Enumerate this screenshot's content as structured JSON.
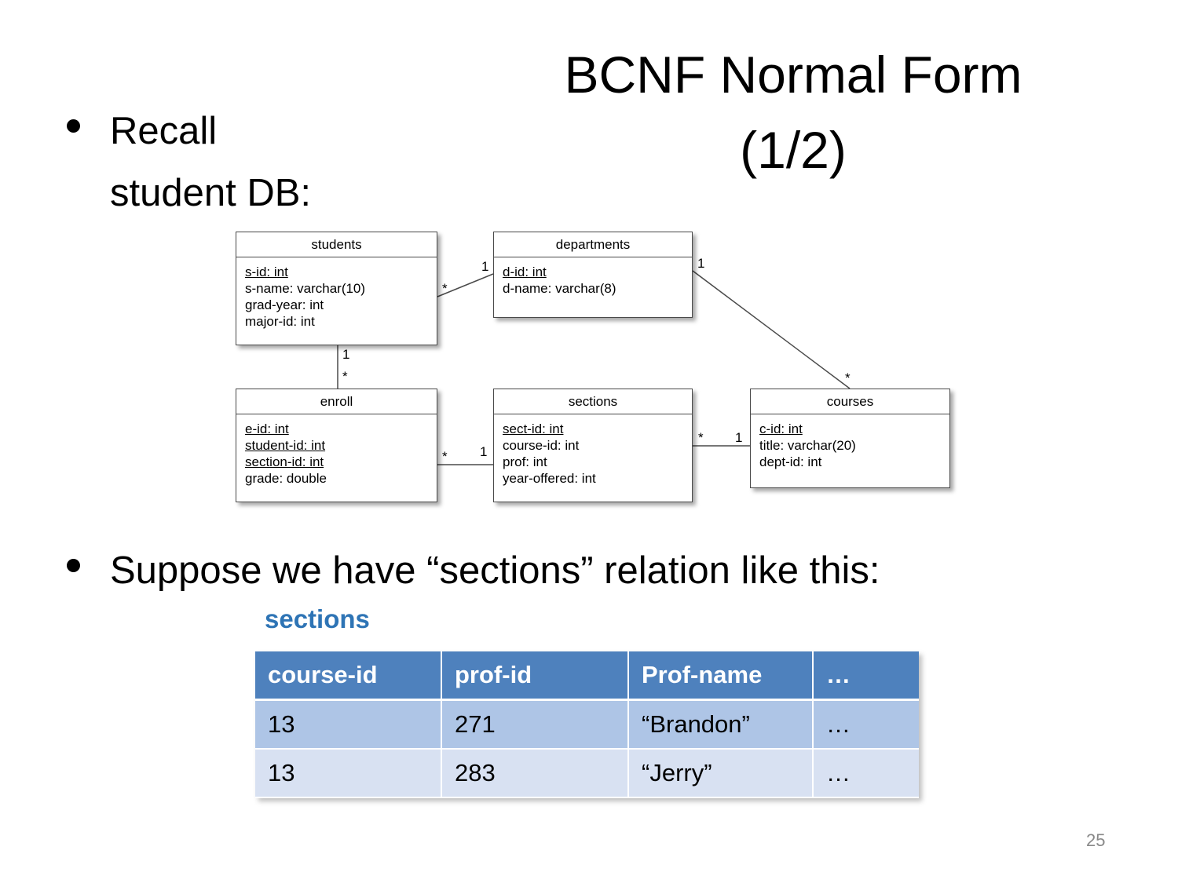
{
  "slide": {
    "title": [
      "BCNF Normal Form",
      "(1/2)"
    ],
    "bullets": [
      {
        "lines": [
          "Recall",
          "student DB:"
        ]
      },
      {
        "lines": [
          "Suppose we have “sections” relation like this:"
        ]
      }
    ],
    "page_number": "25"
  },
  "diagram": {
    "entities": [
      {
        "name": "students",
        "attributes": [
          "s-id: int",
          "s-name: varchar(10)",
          "grad-year: int",
          "major-id: int"
        ]
      },
      {
        "name": "departments",
        "attributes": [
          "d-id: int",
          "d-name: varchar(8)"
        ]
      },
      {
        "name": "enroll",
        "attributes": [
          "e-id: int",
          "student-id: int",
          "section-id: int",
          "grade: double"
        ]
      },
      {
        "name": "sections",
        "attributes": [
          "sect-id: int",
          "course-id: int",
          "prof: int",
          "year-offered: int"
        ]
      },
      {
        "name": "courses",
        "attributes": [
          "c-id: int",
          "title: varchar(20)",
          "dept-id: int"
        ]
      }
    ],
    "multiplicities": [
      "*",
      "1",
      "1",
      "*",
      "*",
      "1",
      "*",
      "1",
      "1",
      "*"
    ]
  },
  "table": {
    "label": "sections",
    "headers": [
      "course-id",
      "prof-id",
      "Prof-name",
      "…"
    ],
    "rows": [
      [
        "13",
        "271",
        "“Brandon”",
        "…"
      ],
      [
        "13",
        "283",
        "“Jerry”",
        "…"
      ]
    ]
  },
  "colors": {
    "header_bg": "#4e81bd",
    "row_odd_bg": "#aec5e6",
    "row_even_bg": "#d8e1f2",
    "label_blue": "#2e74b5"
  }
}
